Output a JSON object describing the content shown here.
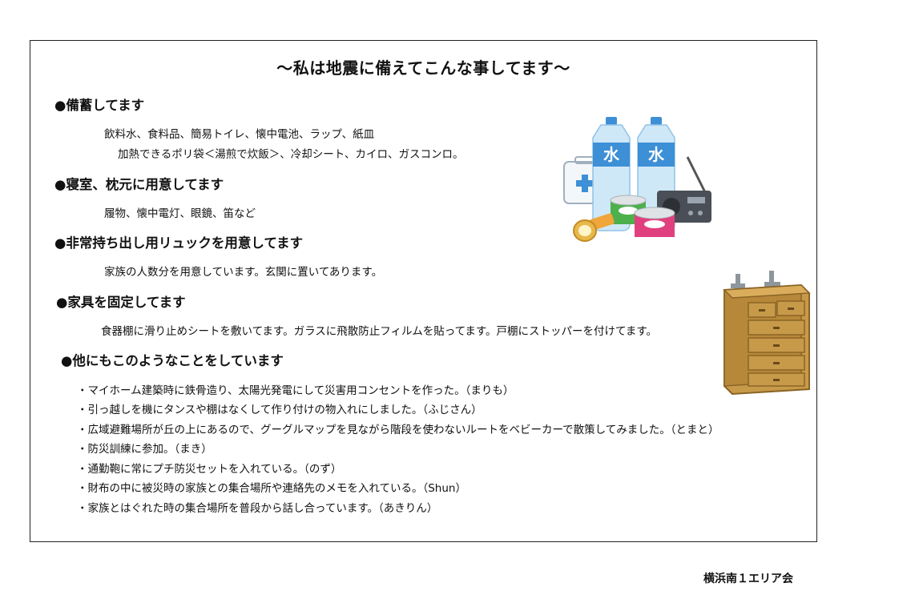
{
  "title": "～私は地震に備えてこんな事してます～",
  "sections": [
    {
      "heading": "●備蓄してます",
      "lines": [
        "飲料水、食料品、簡易トイレ、懐中電池、ラップ、紙皿",
        "加熱できるポリ袋＜湯煎で炊飯＞、冷却シート、カイロ、ガスコンロ。"
      ]
    },
    {
      "heading": "●寝室、枕元に用意してます",
      "lines": [
        "履物、懐中電灯、眼鏡、笛など"
      ]
    },
    {
      "heading": "●非常持ち出し用リュックを用意してます",
      "lines": [
        "家族の人数分を用意しています。玄関に置いてあります。"
      ]
    },
    {
      "heading": "●家具を固定してます",
      "lines": [
        "食器棚に滑り止めシートを敷いてます。ガラスに飛散防止フィルムを貼ってます。戸棚にストッパーを付けてます。"
      ]
    },
    {
      "heading": "●他にもこのようなことをしています",
      "lines": [
        "・マイホーム建築時に鉄骨造り、太陽光発電にして災害用コンセントを作った。（まりも）",
        "・引っ越しを機にタンスや棚はなくして作り付けの物入れにしました。（ふじさん）",
        "・広域避難場所が丘の上にあるので、グーグルマップを見ながら階段を使わないルートをベビーカーで散策してみました。（とまと）",
        "・防災訓練に参加。（まき）",
        "・通勤鞄に常にプチ防災セットを入れている。（のず）",
        "・財布の中に被災時の家族との集合場所や連絡先のメモを入れている。（Shun）",
        "・家族とはぐれた時の集合場所を普段から話し合っています。（あきりん）"
      ]
    }
  ],
  "illustrations": {
    "supplies": {
      "bottle_label": "水"
    },
    "dresser": {}
  },
  "footer": "横浜南１エリア会",
  "colors": {
    "water_blue": "#3d8fd6",
    "bottle_light": "#cfe8f7",
    "dresser_wood": "#c79a4a",
    "dresser_dark": "#8a6425",
    "can_green": "#4cb04c",
    "can_pink": "#e0407e"
  }
}
